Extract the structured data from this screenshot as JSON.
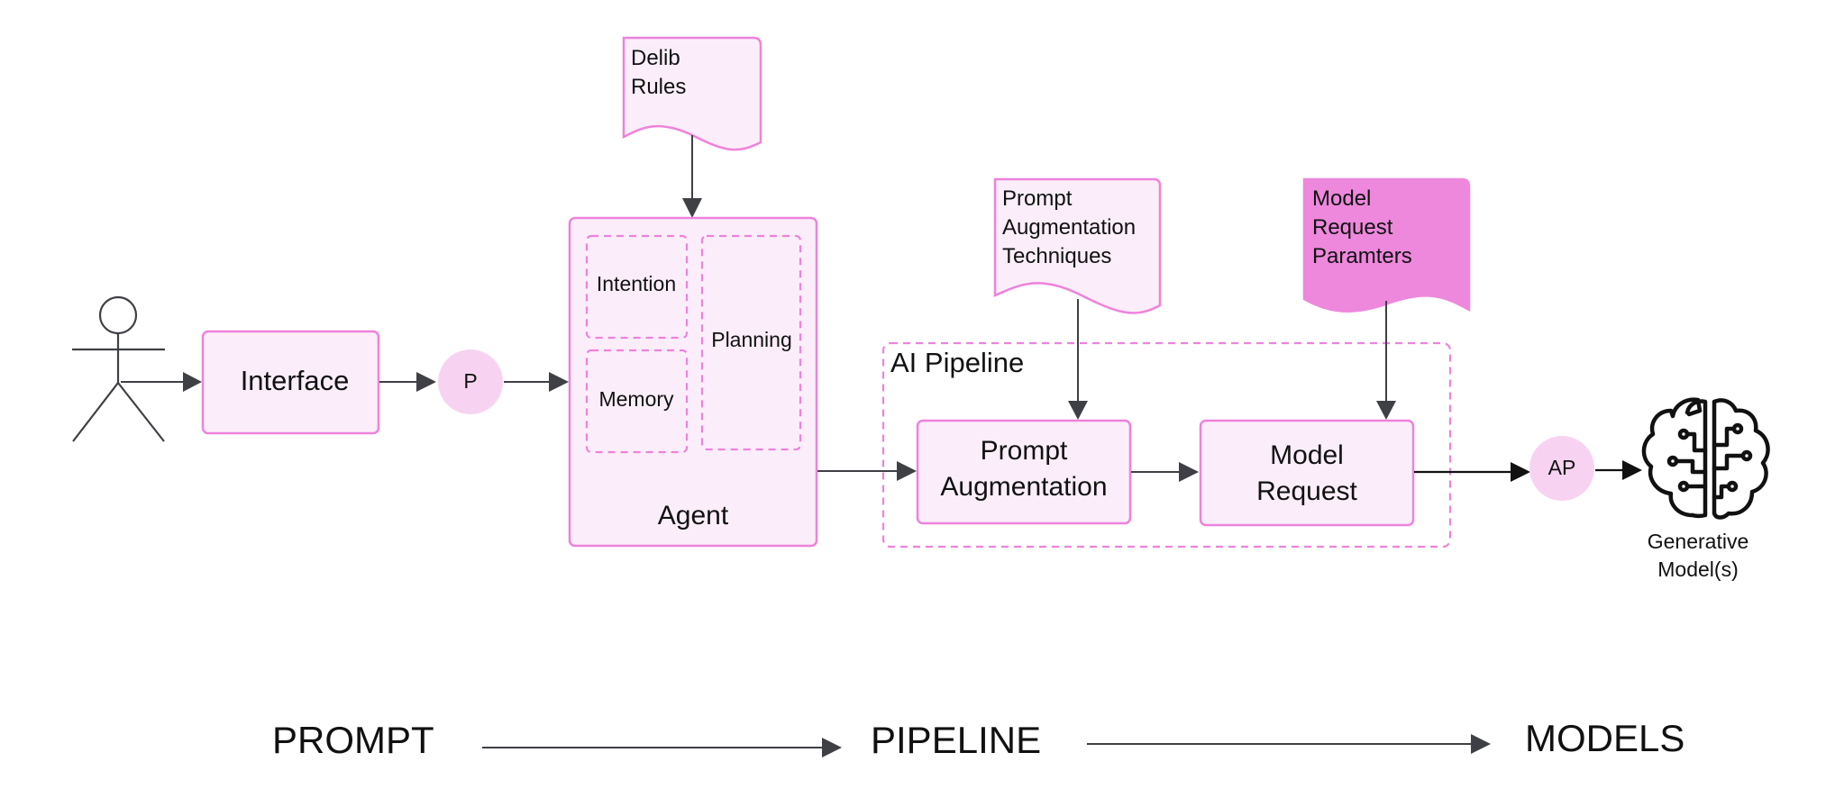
{
  "diagram": {
    "actor": {
      "icon": "stick-figure-user-icon"
    },
    "interface": {
      "label": "Interface"
    },
    "p_node": {
      "label": "P"
    },
    "delib_rules": {
      "line1": "Delib",
      "line2": "Rules"
    },
    "agent": {
      "label": "Agent",
      "intention": "Intention",
      "memory": "Memory",
      "planning": "Planning"
    },
    "pipeline": {
      "title": "AI Pipeline",
      "prompt_augmentation": {
        "line1": "Prompt",
        "line2": "Augmentation"
      },
      "model_request": {
        "line1": "Model",
        "line2": "Request"
      }
    },
    "pa_techniques": {
      "line1": "Prompt",
      "line2": "Augmentation",
      "line3": "Techniques"
    },
    "mr_parameters": {
      "line1": "Model",
      "line2": "Request",
      "line3": "Paramters"
    },
    "ap_node": {
      "label": "AP"
    },
    "generative_model": {
      "icon": "brain-circuit-icon",
      "line1": "Generative",
      "line2": "Model(s)"
    }
  },
  "flow": {
    "prompt": "PROMPT",
    "pipeline": "PIPELINE",
    "models": "MODELS"
  },
  "colors": {
    "box_fill": "#fbeefa",
    "box_stroke": "#ee82dc",
    "circle_fill": "#f7d3f1",
    "doc_dark_fill": "#ed88dc",
    "arrow": "#3f4045"
  }
}
